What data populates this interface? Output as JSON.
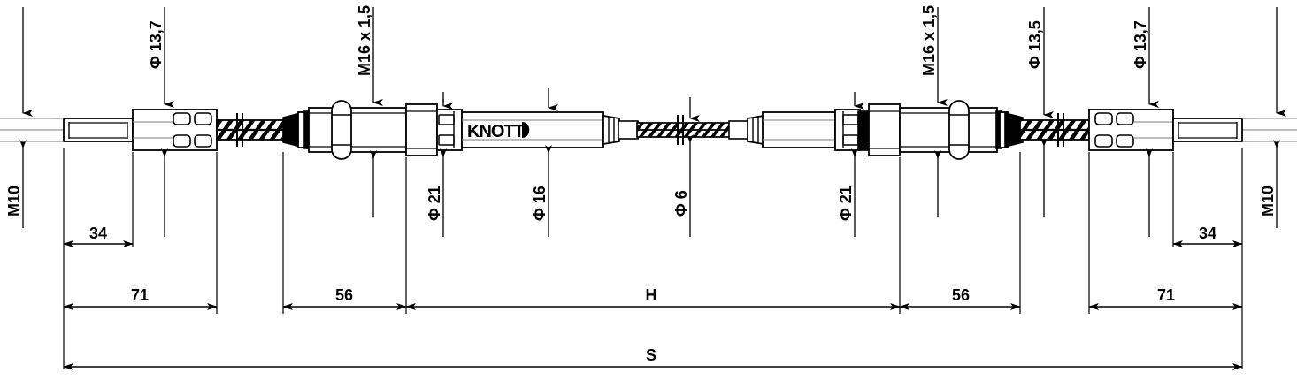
{
  "drawing": {
    "title": "Knott brake cable assembly technical drawing",
    "brand_logo": "KNOTT",
    "line_color": "#000000",
    "fill_color": "#ffffff",
    "background": "#ffffff"
  },
  "labels": {
    "left_thread": "M10",
    "left_eye_dia": "Φ 13,7",
    "left_nipple_thread": "M16 x 1,5",
    "left_ferrule_dia": "Φ 21",
    "conduit_dia": "Φ 16",
    "inner_cable_dia": "Φ 6",
    "right_ferrule_dia": "Φ 21",
    "right_nipple_thread": "M16 x 1,5",
    "right_sleeve_dia": "Φ 13,5",
    "right_eye_dia": "Φ 13,7",
    "right_thread": "M10"
  },
  "dimensions": {
    "left_34": "34",
    "left_71": "71",
    "left_56": "56",
    "center_H": "H",
    "right_56": "56",
    "right_71": "71",
    "right_34": "34",
    "total_S": "S"
  }
}
